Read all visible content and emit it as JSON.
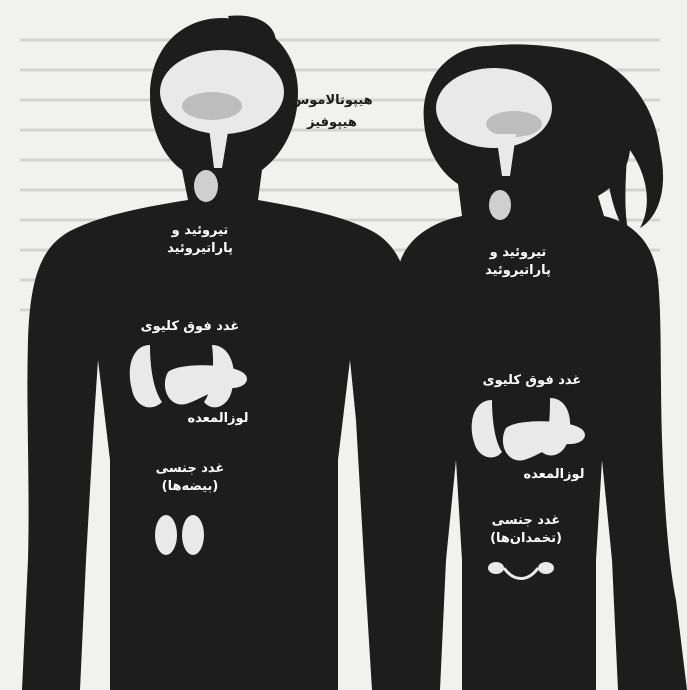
{
  "labels": {
    "hypothalamus": "هیپوتالاموس",
    "pituitary": "هیپوفیز",
    "male": {
      "thyroid_line1": "تیروئید و",
      "thyroid_line2": "پاراتیروئید",
      "adrenal": "غدد فوق کلیوی",
      "pancreas": "لوزالمعده",
      "gonads_line1": "غدد جنسی",
      "gonads_line2": "(بیضه‌ها)"
    },
    "female": {
      "thyroid_line1": "تیروئید و",
      "thyroid_line2": "پاراتیروئید",
      "adrenal": "غدد فوق کلیوی",
      "pancreas": "لوزالمعده",
      "gonads_line1": "غدد جنسی",
      "gonads_line2": "(تخمدان‌ها)"
    }
  },
  "colors": {
    "paper": "#f1f1ef",
    "silhouette": "#1d1d1d",
    "organ": "#e9e9e9",
    "text_light": "#ffffff",
    "text_dark": "#1a1a1a"
  }
}
